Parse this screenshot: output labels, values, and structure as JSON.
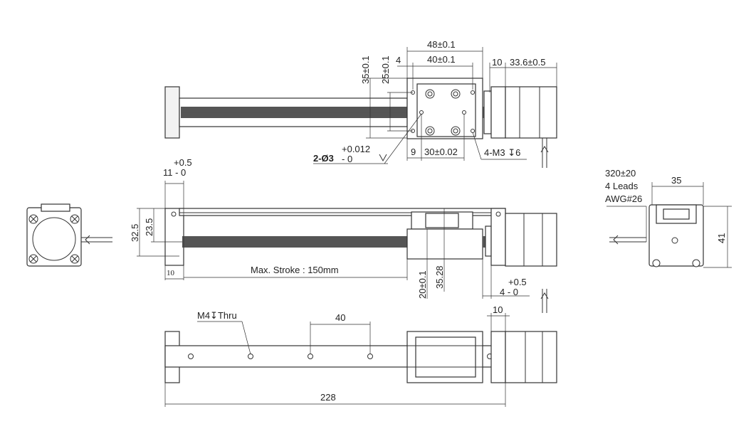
{
  "top_view": {
    "d_48": "48±0.1",
    "d_40": "40±0.1",
    "d_4": "4",
    "d_35": "35±0.1",
    "d_25": "25±0.1",
    "d_10": "10",
    "d_33_6": "33.6±0.5",
    "d_9": "9",
    "d_30": "30±0.02",
    "label_m3": "4-M3 ↧6",
    "label_holes_prefix": "2-Ø3",
    "label_holes_tol_upper": "+0.012",
    "label_holes_tol_lower": "- 0"
  },
  "front_view": {
    "tol_upper": "+0.5",
    "tol_lower_11": "11 - 0",
    "d_32_5": "32.5",
    "d_23_5": "23.5",
    "d_10": "10",
    "stroke_label": "Max. Stroke : 150mm",
    "d_20": "20±0.1",
    "d_35_28": "35.28",
    "tol_upper_right": "+0.5",
    "tol_lower_right": "4 - 0"
  },
  "bottom_view": {
    "label_m4": "M4↧Thru",
    "d_40": "40",
    "d_10": "10",
    "d_228": "228"
  },
  "right_view": {
    "label_cable": "320±20",
    "label_leads": "4 Leads",
    "label_awg": "AWG#26",
    "d_35": "35",
    "d_41": "41"
  }
}
